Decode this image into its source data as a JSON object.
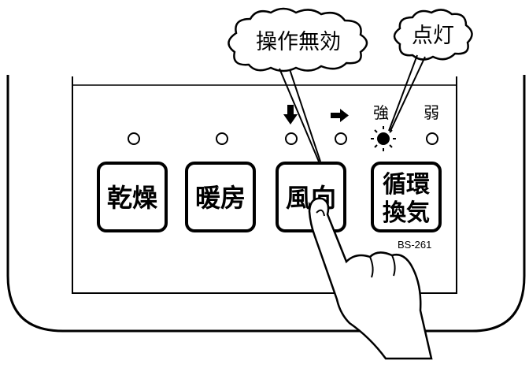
{
  "buttons": [
    {
      "id": "dry",
      "line1": "乾燥",
      "line2": ""
    },
    {
      "id": "heat",
      "line1": "暖房",
      "line2": ""
    },
    {
      "id": "direction",
      "line1": "風向",
      "line2": ""
    },
    {
      "id": "circulation",
      "line1": "循環",
      "line2": "換気"
    }
  ],
  "indicators": {
    "strong": "強",
    "weak": "弱",
    "arrow_down_icon": "arrow-down-icon",
    "arrow_right_icon": "arrow-right-icon"
  },
  "callouts": {
    "disabled": "操作無効",
    "lit": "点灯"
  },
  "model": "BS-261"
}
